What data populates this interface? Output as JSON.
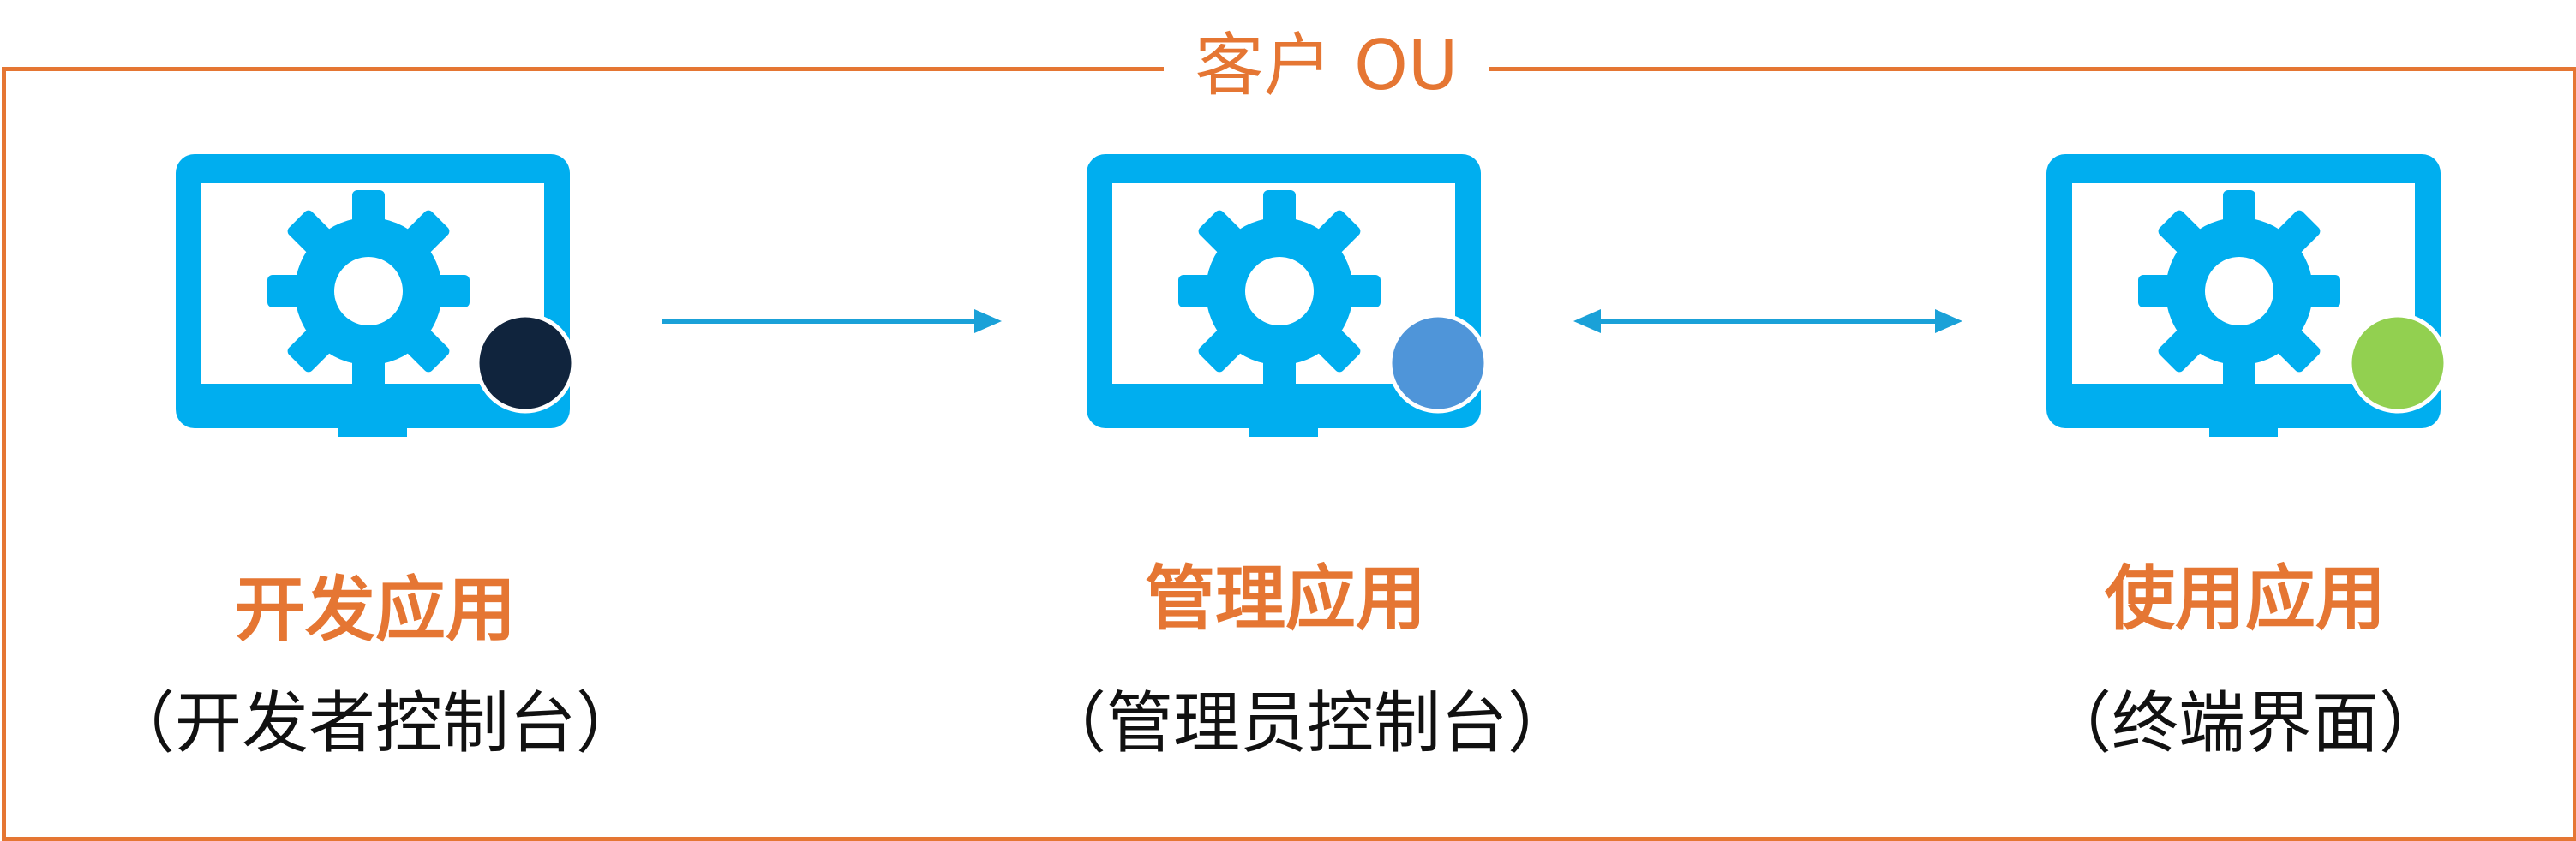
{
  "frame": {
    "title": "客户 OU",
    "border_color": "#E57633"
  },
  "stations": [
    {
      "name": "develop",
      "title": "开发应用",
      "subtitle": "（开发者控制台）",
      "monitor_color": "#00AEEF",
      "user_color": "#10243D",
      "icons": [
        "monitor-icon",
        "gear-icon",
        "user-icon"
      ]
    },
    {
      "name": "manage",
      "title": "管理应用",
      "subtitle": "（管理员控制台）",
      "monitor_color": "#00AEEF",
      "user_color": "#4F95D9",
      "icons": [
        "monitor-icon",
        "gear-icon",
        "user-icon"
      ]
    },
    {
      "name": "use",
      "title": "使用应用",
      "subtitle": "（终端界面）",
      "monitor_color": "#00AEEF",
      "user_color": "#92D050",
      "icons": [
        "monitor-icon",
        "gear-icon",
        "user-icon"
      ]
    }
  ],
  "arrows": [
    {
      "from": "develop",
      "to": "manage",
      "direction": "one-way",
      "color": "#1AA1D8"
    },
    {
      "from": "manage",
      "to": "use",
      "direction": "two-way",
      "color": "#1AA1D8"
    }
  ]
}
